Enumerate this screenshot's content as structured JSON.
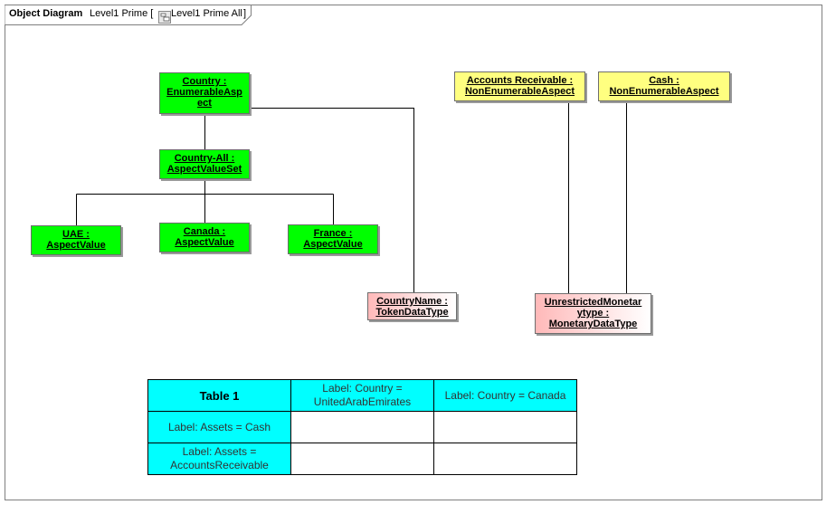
{
  "header": {
    "diagram_kind": "Object Diagram",
    "name_prefix": "Level1 Prime [",
    "name_ref": "Level1 Prime All",
    "name_suffix": "]"
  },
  "nodes": {
    "country": [
      "Country :",
      "EnumerableAsp",
      "ect"
    ],
    "country_all": [
      "Country-All :",
      "AspectValueSet"
    ],
    "uae": [
      "UAE :",
      "AspectValue"
    ],
    "canada": [
      "Canada :",
      "AspectValue"
    ],
    "france": [
      "France :",
      "AspectValue"
    ],
    "country_name": [
      "CountryName :",
      "TokenDataType"
    ],
    "accounts_receivable": [
      "Accounts Receivable :",
      "NonEnumerableAspect"
    ],
    "cash": [
      "Cash :",
      "NonEnumerableAspect"
    ],
    "unrestricted_monetary": [
      "UnrestrictedMonetar",
      "ytype :",
      "MonetaryDataType"
    ]
  },
  "table": {
    "title": "Table 1",
    "col1": [
      "Label: Country =",
      "UnitedArabEmirates"
    ],
    "col2": "Label: Country = Canada",
    "row1": "Label: Assets = Cash",
    "row2": [
      "Label: Assets =",
      "AccountsReceivable"
    ]
  },
  "colors": {
    "enumerable": "#00ff00",
    "non_enumerable": "#ffff80",
    "data_type": "#ffb9b9",
    "table_header": "#00ffff"
  }
}
